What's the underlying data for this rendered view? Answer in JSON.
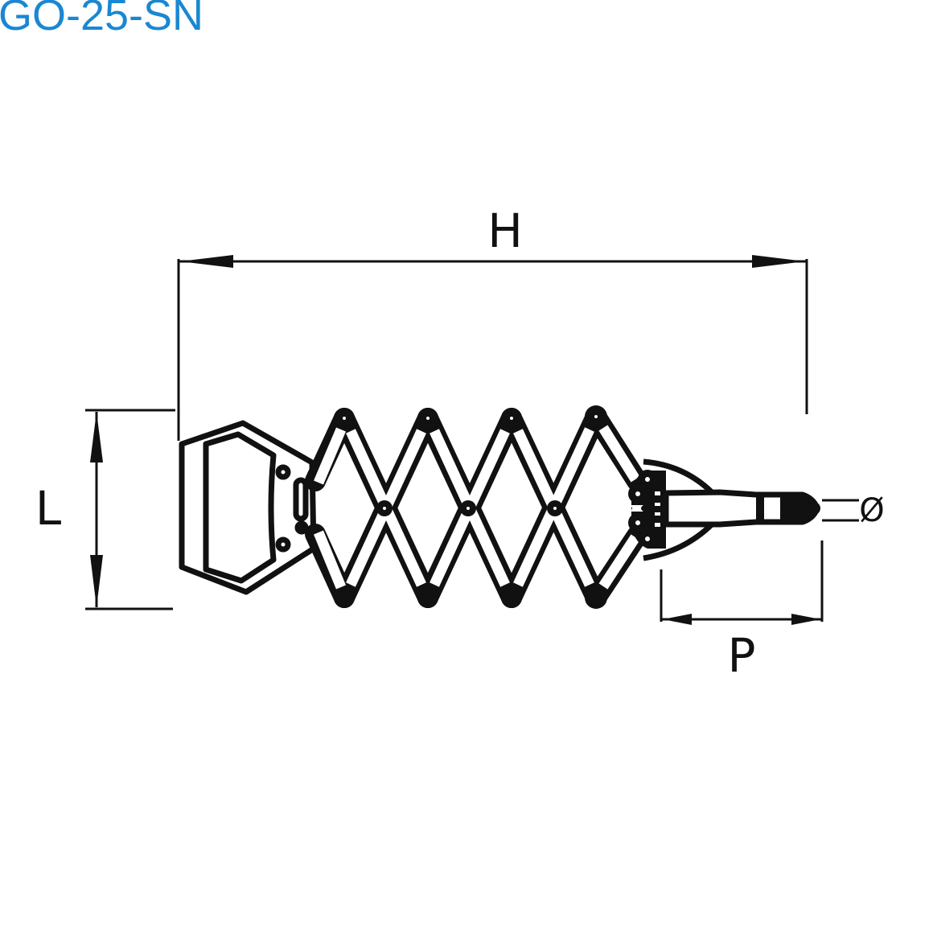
{
  "title": "GO-25-SN",
  "title_color": "#1a87d2",
  "dimensions": {
    "height": "H",
    "length": "L",
    "projection": "P",
    "diameter": "Ø"
  }
}
